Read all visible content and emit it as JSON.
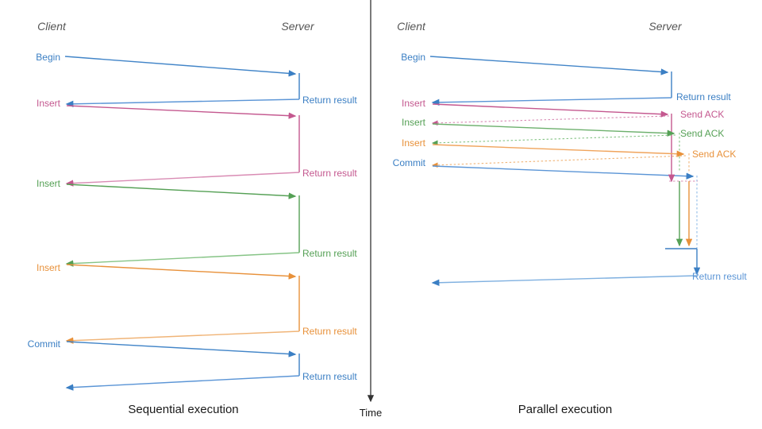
{
  "figure": {
    "title": "Sequential vs Parallel execution sequence diagram",
    "background": "#ffffff"
  },
  "colors": {
    "blue": "#4285c8",
    "blue_light": "#7fb0e0",
    "pink": "#c4588f",
    "pink_light": "#d98cb4",
    "green": "#55a055",
    "green_light": "#86c486",
    "orange": "#e8913a",
    "orange_light": "#f0b477",
    "lane_title": "#555555",
    "divider": "#333333",
    "caption": "#1a1a1a"
  },
  "divider": {
    "axis_label": "Time",
    "color": "#333333"
  },
  "panels": [
    {
      "id": "sequential",
      "caption": "Sequential execution",
      "lanes": {
        "client": "Client",
        "server": "Server"
      },
      "client_events": [
        {
          "label": "Begin",
          "color": "blue"
        },
        {
          "label": "Insert",
          "color": "pink"
        },
        {
          "label": "Insert",
          "color": "green"
        },
        {
          "label": "Insert",
          "color": "orange"
        },
        {
          "label": "Commit",
          "color": "blue"
        }
      ],
      "server_events": [
        {
          "label": "Return result",
          "color": "blue"
        },
        {
          "label": "Return result",
          "color": "pink"
        },
        {
          "label": "Return result",
          "color": "green"
        },
        {
          "label": "Return result",
          "color": "orange"
        },
        {
          "label": "Return result",
          "color": "blue"
        }
      ]
    },
    {
      "id": "parallel",
      "caption": "Parallel execution",
      "lanes": {
        "client": "Client",
        "server": "Server"
      },
      "client_events": [
        {
          "label": "Begin",
          "color": "blue"
        },
        {
          "label": "Insert",
          "color": "pink"
        },
        {
          "label": "Insert",
          "color": "green"
        },
        {
          "label": "Insert",
          "color": "orange"
        },
        {
          "label": "Commit",
          "color": "blue"
        }
      ],
      "server_events": [
        {
          "label": "Return result",
          "color": "blue"
        },
        {
          "label": "Send ACK",
          "color": "pink"
        },
        {
          "label": "Send ACK",
          "color": "green"
        },
        {
          "label": "Send ACK",
          "color": "orange"
        },
        {
          "label": "Return result",
          "color": "blue"
        }
      ]
    }
  ]
}
